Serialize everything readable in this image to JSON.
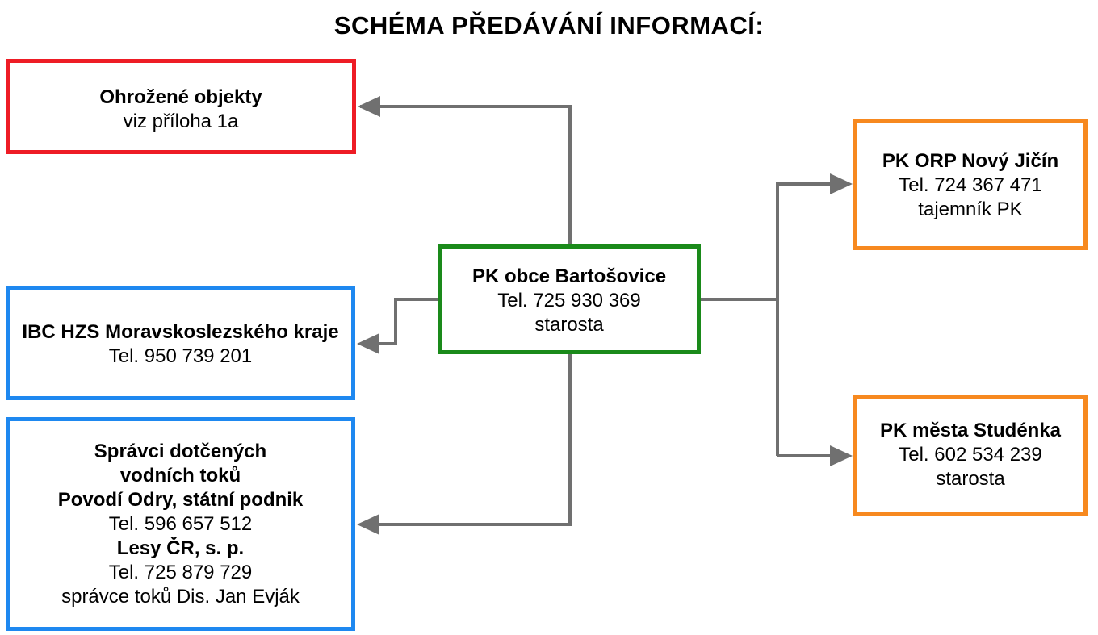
{
  "title": "SCHÉMA PŘEDÁVÁNÍ INFORMACÍ:",
  "colors": {
    "red": "#ee1c25",
    "blue": "#1e88f0",
    "green": "#1a8a1a",
    "orange": "#f7891f",
    "arrow": "#707070"
  },
  "boxes": {
    "ohrozene": {
      "name": "Ohrožené objekty",
      "line1": "viz příloha 1a"
    },
    "ibc": {
      "name": "IBC HZS Moravskoslezského kraje",
      "tel": "Tel. 950 739 201"
    },
    "spravci": {
      "heading1": "Správci dotčených",
      "heading2": "vodních toků",
      "org1": "Povodí Odry, státní podnik",
      "tel1": "Tel. 596 657 512",
      "org2": "Lesy ČR, s. p.",
      "tel2": "Tel. 725 879 729",
      "note": "správce toků Dis. Jan Evják"
    },
    "center": {
      "name": "PK obce Bartošovice",
      "tel": "Tel. 725 930 369",
      "role": "starosta"
    },
    "orp": {
      "name": "PK ORP Nový Jičín",
      "tel": "Tel. 724 367 471",
      "role": "tajemník PK"
    },
    "studenka": {
      "name": "PK města Studénka",
      "tel": "Tel. 602 534 239",
      "role": "starosta"
    }
  }
}
